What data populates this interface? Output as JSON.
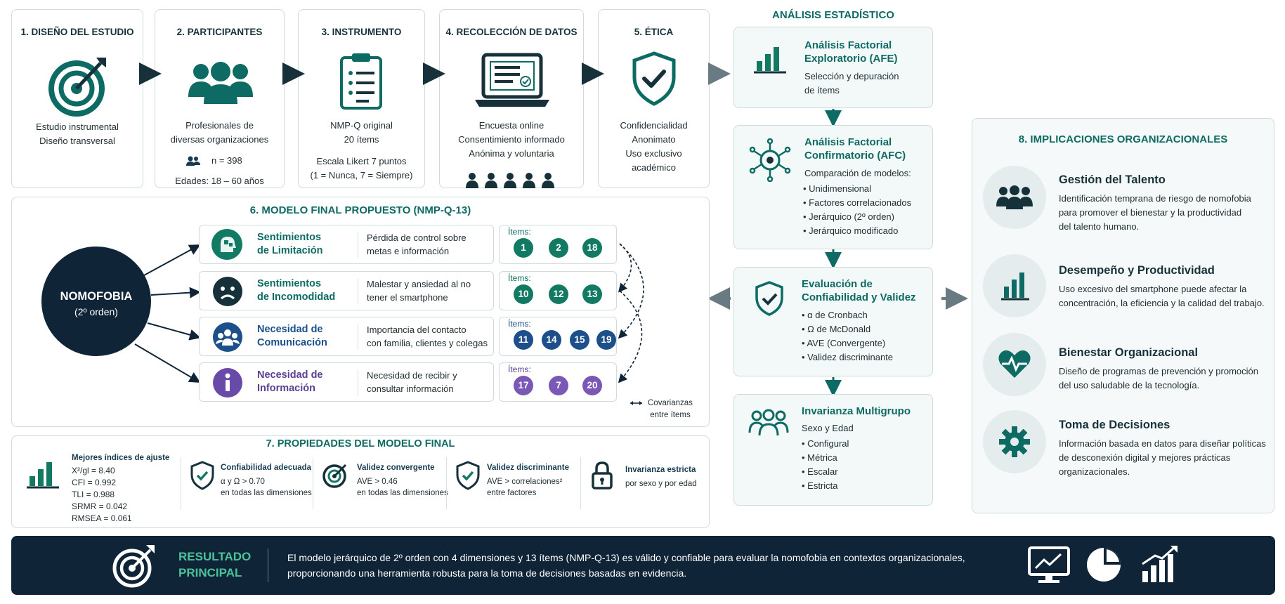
{
  "steps": [
    {
      "title": "1. DISEÑO DEL ESTUDIO",
      "lines": [
        "Estudio instrumental",
        "Diseño transversal"
      ]
    },
    {
      "title": "2. PARTICIPANTES",
      "lines": [
        "Profesionales de",
        "diversas organizaciones"
      ],
      "n": "n = 398",
      "ages": "Edades: 18 – 60 años"
    },
    {
      "title": "3. INSTRUMENTO",
      "lines": [
        "NMP-Q original",
        "20 ítems"
      ],
      "scale": [
        "Escala Likert 7 puntos",
        "(1 = Nunca, 7 = Siempre)"
      ]
    },
    {
      "title": "4. RECOLECCIÓN DE DATOS",
      "lines": [
        "Encuesta online",
        "Consentimiento informado",
        "Anónima y voluntaria"
      ]
    },
    {
      "title": "5. ÉTICA",
      "lines": [
        "Confidencialidad",
        "Anonimato",
        "Uso exclusivo",
        "académico"
      ]
    }
  ],
  "model": {
    "title": "6. MODELO FINAL PROPUESTO (NMP-Q-13)",
    "central": [
      "NOMOFOBIA",
      "(2º orden)"
    ],
    "items_label": "Ítems:",
    "dimensions": [
      {
        "name": [
          "Sentimientos",
          "de Limitación"
        ],
        "desc": [
          "Pérdida de control sobre",
          "metas e información"
        ],
        "items": [
          "1",
          "2",
          "18"
        ],
        "color": "#127a63"
      },
      {
        "name": [
          "Sentimientos",
          "de Incomodidad"
        ],
        "desc": [
          "Malestar y ansiedad al no",
          "tener el smartphone"
        ],
        "items": [
          "10",
          "12",
          "13"
        ],
        "color": "#127a63"
      },
      {
        "name": [
          "Necesidad de",
          "Comunicación"
        ],
        "desc": [
          "Importancia del contacto",
          "con familia, clientes y colegas"
        ],
        "items": [
          "11",
          "14",
          "15",
          "19"
        ],
        "color": "#1d4f8b"
      },
      {
        "name": [
          "Necesidad de",
          "Información"
        ],
        "desc": [
          "Necesidad de recibir y",
          "consultar información"
        ],
        "items": [
          "17",
          "7",
          "20"
        ],
        "color": "#6a4aa8"
      }
    ],
    "covariance": [
      "Covarianzas",
      "entre ítems"
    ]
  },
  "props": {
    "title": "7. PROPIEDADES DEL MODELO FINAL",
    "fit_title": "Mejores índices de ajuste",
    "fit": [
      "X²/gl = 8.40",
      "CFI = 0.992",
      "TLI = 0.988",
      "SRMR = 0.042",
      "RMSEA = 0.061"
    ],
    "rel_title": "Confiabilidad adecuada",
    "rel": [
      "α y Ω > 0.70",
      "en todas las dimensiones"
    ],
    "conv_title": "Validez convergente",
    "conv": [
      "AVE > 0.46",
      "en todas las dimensiones"
    ],
    "disc_title": "Validez discriminante",
    "disc": [
      "AVE > correlaciones²",
      "entre factores"
    ],
    "inv_title": "Invarianza estricta",
    "inv": [
      "por sexo y por edad"
    ]
  },
  "analysis": {
    "title": "ANÁLISIS ESTADÍSTICO",
    "afe": {
      "t": [
        "Análisis Factorial",
        "Exploratorio (AFE)"
      ],
      "b": [
        "Selección y depuración",
        "de ítems"
      ]
    },
    "afc": {
      "t": [
        "Análisis Factorial",
        "Confirmatorio (AFC)"
      ],
      "intro": "Comparación de modelos:",
      "list": [
        "Unidimensional",
        "Factores correlacionados",
        "Jerárquico (2º orden)",
        "Jerárquico modificado"
      ]
    },
    "rel": {
      "t": [
        "Evaluación de",
        "Confiabilidad y Validez"
      ],
      "list": [
        "α de Cronbach",
        "Ω de McDonald",
        "AVE (Convergente)",
        "Validez discriminante"
      ]
    },
    "inv": {
      "t": [
        "Invarianza Multigrupo"
      ],
      "intro": "Sexo y Edad",
      "list": [
        "Configural",
        "Métrica",
        "Escalar",
        "Estricta"
      ]
    }
  },
  "implications": {
    "title": "8. IMPLICACIONES ORGANIZACIONALES",
    "items": [
      {
        "t": "Gestión del Talento",
        "d": [
          "Identificación temprana de riesgo de nomofobia",
          "para promover el bienestar y la productividad",
          "del talento humano."
        ]
      },
      {
        "t": "Desempeño y Productividad",
        "d": [
          "Uso excesivo del smartphone puede afectar la",
          "concentración, la eficiencia y la calidad del trabajo."
        ]
      },
      {
        "t": "Bienestar Organizacional",
        "d": [
          "Diseño de programas de prevención y promoción",
          "del uso saludable de la tecnología."
        ]
      },
      {
        "t": "Toma de Decisiones",
        "d": [
          "Información basada en datos para diseñar políticas",
          "de desconexión digital y mejores prácticas",
          "organizacionales."
        ]
      }
    ]
  },
  "result": {
    "label": [
      "RESULTADO",
      "PRINCIPAL"
    ],
    "text": [
      "El modelo jerárquico de 2º orden con 4 dimensiones y 13 ítems (NMP-Q-13) es válido y confiable para evaluar la nomofobia en contextos organizacionales,",
      "proporcionando una herramienta robusta para la toma de decisiones basadas en evidencia."
    ]
  },
  "colors": {
    "teal": "#0d6b63",
    "navy": "#0f2436",
    "blue": "#1d4f8b",
    "purple": "#6a4aa8",
    "accent": "#4bc49b"
  }
}
